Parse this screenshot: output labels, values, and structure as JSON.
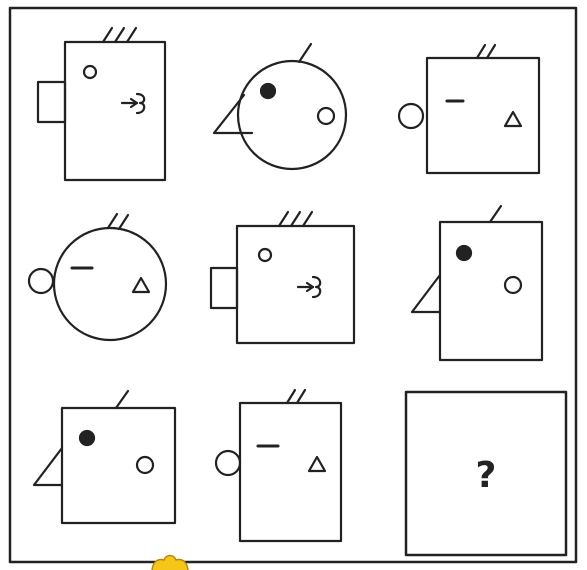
{
  "puzzle": {
    "cells": [
      {
        "shape": "rectangle",
        "hair": 3,
        "mouth": "rectangle-tab",
        "eye": "hollow-circle",
        "mark": "arrow-swirl"
      },
      {
        "shape": "circle",
        "hair": 1,
        "mouth": "triangle-beak",
        "eye": "filled-dot",
        "mark": "hollow-circle"
      },
      {
        "shape": "rectangle",
        "hair": 2,
        "mouth": "circle",
        "eye": "dash",
        "mark": "triangle"
      },
      {
        "shape": "circle",
        "hair": 2,
        "mouth": "circle",
        "eye": "dash",
        "mark": "triangle"
      },
      {
        "shape": "rectangle",
        "hair": 3,
        "mouth": "rectangle-tab",
        "eye": "hollow-circle",
        "mark": "arrow-swirl"
      },
      {
        "shape": "rectangle",
        "hair": 1,
        "mouth": "triangle-beak",
        "eye": "filled-dot",
        "mark": "hollow-circle"
      },
      {
        "shape": "rectangle",
        "hair": 1,
        "mouth": "triangle-beak",
        "eye": "filled-dot",
        "mark": "hollow-circle"
      },
      {
        "shape": "rectangle",
        "hair": 2,
        "mouth": "circle",
        "eye": "dash",
        "mark": "triangle"
      }
    ],
    "missing_label": "?",
    "colors": {
      "stroke": "#222222",
      "background": "#ffffff"
    }
  }
}
